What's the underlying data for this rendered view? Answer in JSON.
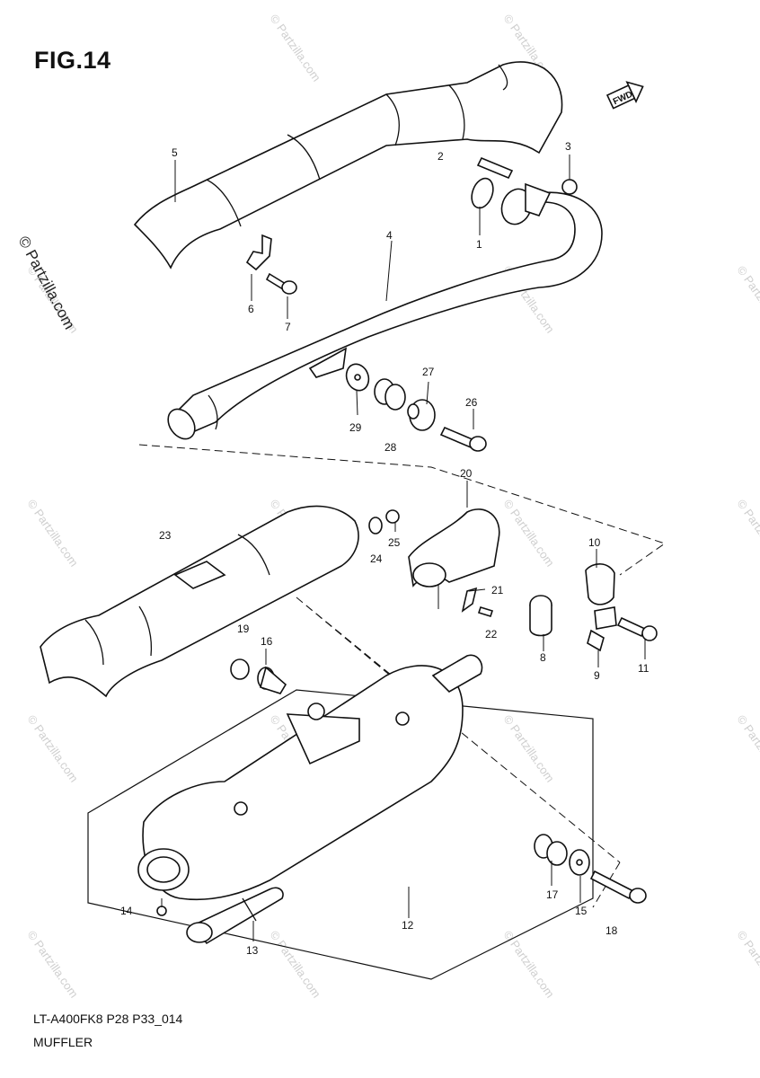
{
  "figure": {
    "title": "FIG.14",
    "model_code": "LT-A400FK8 P28 P33_014",
    "caption": "MUFFLER"
  },
  "watermark": {
    "text": "© Partzilla.com"
  },
  "front_indicator": {
    "label": "FWD"
  },
  "callouts": [
    {
      "id": "c1",
      "label": "1"
    },
    {
      "id": "c2",
      "label": "2"
    },
    {
      "id": "c3",
      "label": "3"
    },
    {
      "id": "c4",
      "label": "4"
    },
    {
      "id": "c5",
      "label": "5"
    },
    {
      "id": "c6",
      "label": "6"
    },
    {
      "id": "c7",
      "label": "7"
    },
    {
      "id": "c8",
      "label": "8"
    },
    {
      "id": "c9",
      "label": "9"
    },
    {
      "id": "c10",
      "label": "10"
    },
    {
      "id": "c11",
      "label": "11"
    },
    {
      "id": "c12",
      "label": "12"
    },
    {
      "id": "c13",
      "label": "13"
    },
    {
      "id": "c14",
      "label": "14"
    },
    {
      "id": "c15",
      "label": "15"
    },
    {
      "id": "c16",
      "label": "16"
    },
    {
      "id": "c17",
      "label": "17"
    },
    {
      "id": "c18",
      "label": "18"
    },
    {
      "id": "c19",
      "label": "19"
    },
    {
      "id": "c20",
      "label": "20"
    },
    {
      "id": "c21",
      "label": "21"
    },
    {
      "id": "c22",
      "label": "22"
    },
    {
      "id": "c23",
      "label": "23"
    },
    {
      "id": "c24",
      "label": "24"
    },
    {
      "id": "c25",
      "label": "25"
    },
    {
      "id": "c26",
      "label": "26"
    },
    {
      "id": "c27",
      "label": "27"
    },
    {
      "id": "c28",
      "label": "28"
    },
    {
      "id": "c29",
      "label": "29"
    }
  ]
}
